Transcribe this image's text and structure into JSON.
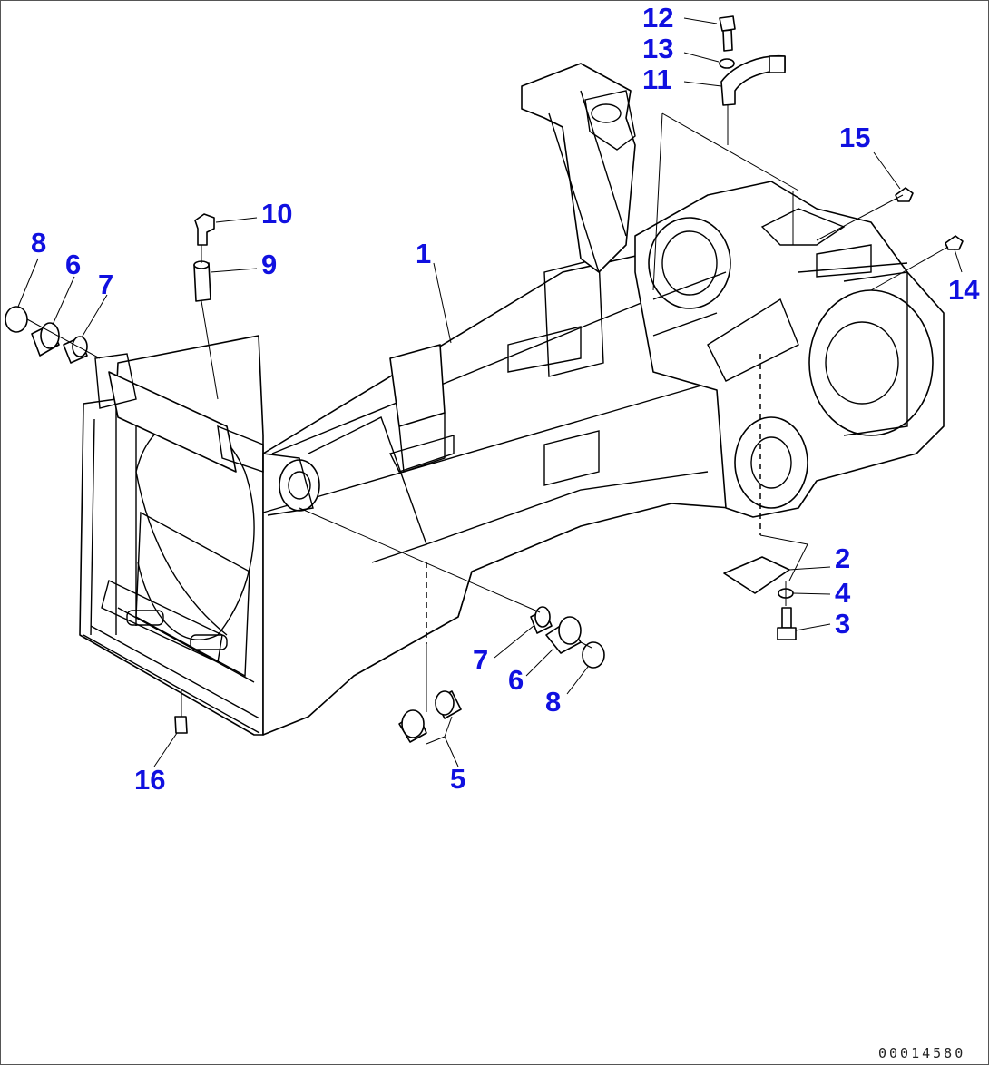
{
  "diagram": {
    "callout_color": "#1010e0",
    "callouts": [
      {
        "id": "c12",
        "label": "12"
      },
      {
        "id": "c13",
        "label": "13"
      },
      {
        "id": "c11",
        "label": "11"
      },
      {
        "id": "c15",
        "label": "15"
      },
      {
        "id": "c14",
        "label": "14"
      },
      {
        "id": "c10",
        "label": "10"
      },
      {
        "id": "c9",
        "label": "9"
      },
      {
        "id": "c1",
        "label": "1"
      },
      {
        "id": "c8a",
        "label": "8"
      },
      {
        "id": "c6a",
        "label": "6"
      },
      {
        "id": "c7a",
        "label": "7"
      },
      {
        "id": "c2",
        "label": "2"
      },
      {
        "id": "c4",
        "label": "4"
      },
      {
        "id": "c3",
        "label": "3"
      },
      {
        "id": "c7b",
        "label": "7"
      },
      {
        "id": "c6b",
        "label": "6"
      },
      {
        "id": "c8b",
        "label": "8"
      },
      {
        "id": "c16",
        "label": "16"
      },
      {
        "id": "c5",
        "label": "5"
      }
    ],
    "document_number": "00014580"
  }
}
